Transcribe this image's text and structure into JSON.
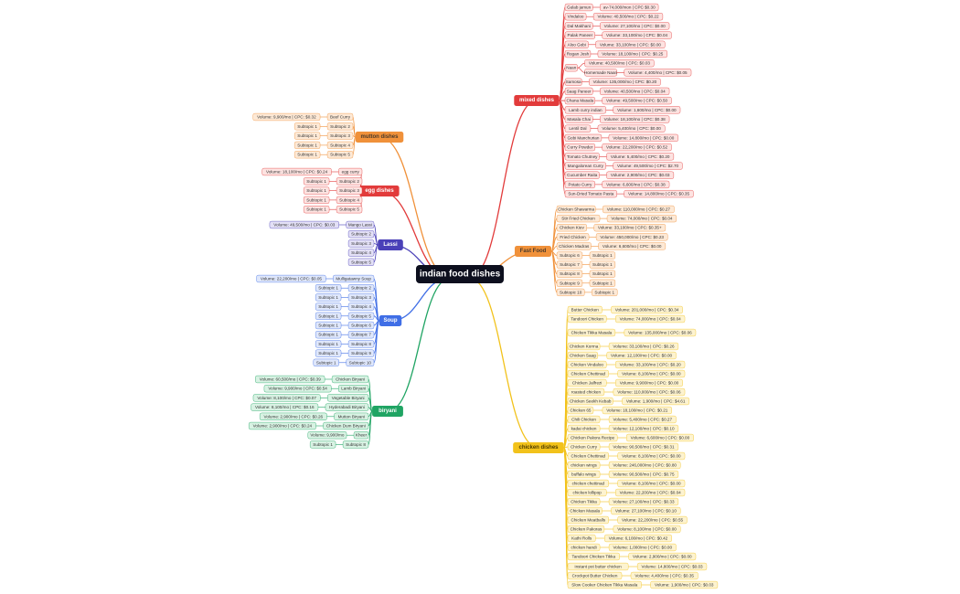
{
  "root": {
    "label": "indian food dishes"
  },
  "branches": [
    {
      "id": "mixed",
      "label": "mixed dishes",
      "side": "right",
      "color": "#e23b3b",
      "fill": "#fde3e1",
      "text": "#ffffff",
      "items": [
        {
          "name": "Gulab jamun",
          "sub": "av-74,000/mon | CPC $0.30"
        },
        {
          "name": "Vindaloo",
          "sub": "Volume: 40,500/mo | CPC: $0.22"
        },
        {
          "name": "Dal Makhani",
          "sub": "Volume: 27,100/mo | CPC: $0.00"
        },
        {
          "name": "Palak Paneer",
          "sub": "Volume: 33,100/mo | CPC: $0.04"
        },
        {
          "name": "Aloo Gobi",
          "sub": "Volume: 33,100/mo | CPC: $0.00"
        },
        {
          "name": "Rogan Josh",
          "sub": "Volume: 18,100/mo | CPC: $0.25"
        },
        {
          "name": "Naan",
          "children": [
            {
              "name": "Volume: 40,500/mo | CPC: $0.03"
            },
            {
              "name": "Homemade Naan",
              "sub": "Volume: 4,400/mo | CPC: $0.05"
            }
          ]
        },
        {
          "name": "Samosa",
          "sub": "Volume: 135,000/mo | CPC: $0.20"
        },
        {
          "name": "Saag Paneer",
          "sub": "Volume: 40,500/mo | CPC: $0.04"
        },
        {
          "name": "Chana Masala",
          "sub": "Volume: 49,500/mo | CPC: $0.50"
        },
        {
          "name": "Lamb curry indian",
          "sub": "Volume: 1,600/mo | CPC: $0.00"
        },
        {
          "name": "Masala Chai",
          "sub": "Volume: 18,100/mo | CPC: $0.38"
        },
        {
          "name": "Lentil Dal",
          "sub": "Volume: 5,400/mo | CPC: $0.00"
        },
        {
          "name": "Gobi Manchurian",
          "sub": "Volume: 14,800/mo | CPC: $0.00"
        },
        {
          "name": "Curry Powder",
          "sub": "Volume: 22,200/mo | CPC: $0.52"
        },
        {
          "name": "Tomato Chutney",
          "sub": "Volume: 5,400/mo | CPC: $0.20"
        },
        {
          "name": "Mangalorean Curry",
          "sub": "Volume: 49,500/mo | CPC: $2.70"
        },
        {
          "name": "Cucumber Raita",
          "sub": "Volume: 2,900/mo | CPC: $0.03"
        },
        {
          "name": "Potato Curry",
          "sub": "Volume: 6,600/mo | CPC: $0.38"
        },
        {
          "name": "Sun-Dried Tomato Pasta",
          "sub": "Volume: 14,800/mo | CPC: $0.35"
        }
      ]
    },
    {
      "id": "fastfood",
      "label": "Fast Food",
      "side": "right",
      "color": "#f0913a",
      "fill": "#fde9d6",
      "text": "#4a3a2a",
      "items": [
        {
          "name": "Chicken Shawarma",
          "sub": "Volume: 110,000/mo | CPC: $0.27"
        },
        {
          "name": "Stir Fried Chicken",
          "sub": "Volume: 74,000/mo | CPC: $0.04"
        },
        {
          "name": "Chicken Kiev",
          "sub": "Volume: 33,100/mo | CPC: $0.35+"
        },
        {
          "name": "Fried Chicken",
          "sub": "Volume: 450,000/mo | CPC: $0.23"
        },
        {
          "name": "Chicken Madras",
          "sub": "Volume: 6,600/mo | CPC: $0.00"
        },
        {
          "name": "Subtopic 6",
          "sub": "Subtopic 1"
        },
        {
          "name": "Subtopic 7",
          "sub": "Subtopic 1"
        },
        {
          "name": "Subtopic 8",
          "sub": "Subtopic 1"
        },
        {
          "name": "Subtopic 9",
          "sub": "Subtopic 1"
        },
        {
          "name": "Subtopic 10",
          "sub": "Subtopic 1"
        }
      ]
    },
    {
      "id": "chicken",
      "label": "chicken dishes",
      "side": "right",
      "color": "#f2c21b",
      "fill": "#fdf3d0",
      "text": "#4a3a00",
      "items": [
        {
          "name": "Butter Chicken",
          "sub": "Volume: 201,000/mo | CPC: $0.34"
        },
        {
          "name": "Tandoori Chicken",
          "sub": "Volume: 74,000/mo | CPC: $0.04"
        },
        {
          "name": "Chicken Tikka Masala",
          "sub": "Volume: 135,000/mo | CPC: $0.06"
        },
        {
          "name": "Chicken Korma",
          "sub": "Volume: 33,100/mo | CPC: $0.26"
        },
        {
          "name": "Chicken Saag",
          "sub": "Volume: 12,100/mo | CPC: $0.00"
        },
        {
          "name": "Chicken Vindaloo",
          "sub": "Volume: 33,100/mo | CPC: $0.20"
        },
        {
          "name": "Chicken Chettinad",
          "sub": "Volume: 8,100/mo | CPC: $0.00"
        },
        {
          "name": "Chicken Jalfrezi",
          "sub": "Volume: 9,900/mo | CPC: $0.00"
        },
        {
          "name": "roasted chicken",
          "sub": "Volume: 110,000/mo | CPC: $0.06"
        },
        {
          "name": "Chicken Seekh Kebab",
          "sub": "Volume: 1,900/mo | CPC: $4.61"
        },
        {
          "name": "Chicken 65",
          "sub": "Volume: 18,100/mo | CPC: $0.21"
        },
        {
          "name": "Chili Chicken",
          "sub": "Volume: 5,400/mo | CPC: $0.27"
        },
        {
          "name": "kadai chicken",
          "sub": "Volume: 12,100/mo | CPC: $0.10"
        },
        {
          "name": "Chicken Pakora Recipe",
          "sub": "Volume: 6,600/mo | CPC: $0.00"
        },
        {
          "name": "Chicken Curry",
          "sub": "Volume: 90,500/mo | CPC: $0.31"
        },
        {
          "name": "Chicken Chettinad",
          "sub": "Volume: 8,100/mo | CPC: $0.00"
        },
        {
          "name": "chicken wings",
          "sub": "Volume: 246,000/mo | CPC: $0.80"
        },
        {
          "name": "buffalo wings",
          "sub": "Volume: 90,500/mo | CPC: $0.75"
        },
        {
          "name": "chicken chettinad",
          "sub": "Volume: 8,100/mo | CPC: $0.00"
        },
        {
          "name": "chicken lollipop",
          "sub": "Volume: 22,200/mo | CPC: $0.04"
        },
        {
          "name": "Chicken Tikka",
          "sub": "Volume: 27,100/mo | CPC: $0.33"
        },
        {
          "name": "Chicken Masala",
          "sub": "Volume: 27,100/mo | CPC: $0.10"
        },
        {
          "name": "Chicken Meatballs",
          "sub": "Volume: 22,200/mo | CPC: $0.55"
        },
        {
          "name": "Chicken Pakoras",
          "sub": "Volume: 8,100/mo | CPC: $0.00"
        },
        {
          "name": "Kathi Rolls",
          "sub": "Volume: 6,100/mo | CPC: $0.42"
        },
        {
          "name": "chicken handi",
          "sub": "Volume: 1,000/mo | CPC: $0.00"
        },
        {
          "name": "Tandoori Chicken Tikka",
          "sub": "Volume: 2,900/mo | CPC: $0.00"
        },
        {
          "name": "instant pot butter chicken",
          "sub": "Volume: 14,800/mo | CPC: $0.03"
        },
        {
          "name": "Crockpot Butter Chicken",
          "sub": "Volume: 4,400/mo | CPC: $0.35"
        },
        {
          "name": "Slow Cooker Chicken Tikka Masala",
          "sub": "Volume: 1,900/mo | CPC: $0.03"
        }
      ]
    },
    {
      "id": "mutton",
      "label": "mutton dishes",
      "side": "left",
      "color": "#f0913a",
      "fill": "#fde9d6",
      "text": "#4a3a2a",
      "items": [
        {
          "name": "Beef Curry",
          "sub": "Volume: 9,900/mo | CPC: $0.32"
        },
        {
          "name": "Subtopic 2",
          "sub": "Subtopic 1"
        },
        {
          "name": "Subtopic 3",
          "sub": "Subtopic 1"
        },
        {
          "name": "Subtopic 4",
          "sub": "Subtopic 1"
        },
        {
          "name": "Subtopic 5",
          "sub": "Subtopic 1"
        }
      ]
    },
    {
      "id": "egg",
      "label": "egg dishes",
      "side": "left",
      "color": "#e23b3b",
      "fill": "#fde3e1",
      "text": "#ffffff",
      "items": [
        {
          "name": "egg curry",
          "sub": "Volume: 18,100/mo | CPC: $0.24"
        },
        {
          "name": "Subtopic 2",
          "sub": "Subtopic 1"
        },
        {
          "name": "Subtopic 3",
          "sub": "Subtopic 1"
        },
        {
          "name": "Subtopic 4",
          "sub": "Subtopic 1"
        },
        {
          "name": "Subtopic 5",
          "sub": "Subtopic 1"
        }
      ]
    },
    {
      "id": "lassi",
      "label": "Lassi",
      "side": "left",
      "color": "#4a40b8",
      "fill": "#e3e0f6",
      "text": "#ffffff",
      "items": [
        {
          "name": "Mango Lassi",
          "sub": "Volume: 49,500/mo | CPC: $0.03"
        },
        {
          "name": "Subtopic 2"
        },
        {
          "name": "Subtopic 3"
        },
        {
          "name": "Subtopic 4"
        },
        {
          "name": "Subtopic 5"
        }
      ]
    },
    {
      "id": "soup",
      "label": "Soup",
      "side": "left",
      "color": "#3f6ee6",
      "fill": "#dfe7fb",
      "text": "#ffffff",
      "items": [
        {
          "name": "Mulligatawny Soup",
          "sub": "Volume: 22,200/mo | CPC: $0.05"
        },
        {
          "name": "Subtopic 2",
          "sub": "Subtopic 1"
        },
        {
          "name": "Subtopic 3",
          "sub": "Subtopic 1"
        },
        {
          "name": "Subtopic 4",
          "sub": "Subtopic 1"
        },
        {
          "name": "Subtopic 5",
          "sub": "Subtopic 1"
        },
        {
          "name": "Subtopic 6",
          "sub": "Subtopic 1"
        },
        {
          "name": "Subtopic 7",
          "sub": "Subtopic 1"
        },
        {
          "name": "Subtopic 8",
          "sub": "Subtopic 1"
        },
        {
          "name": "Subtopic 9",
          "sub": "Subtopic 1"
        },
        {
          "name": "Subtopic 10",
          "sub": "Subtopic 1"
        }
      ]
    },
    {
      "id": "biryani",
      "label": "biryani",
      "side": "left",
      "color": "#1fa463",
      "fill": "#d8f2e3",
      "text": "#ffffff",
      "items": [
        {
          "name": "Chicken Biryani",
          "sub": "Volume: 60,500/mo | CPC: $0.39"
        },
        {
          "name": "Lamb Biryani",
          "sub": "Volume: 9,900/mo | CPC: $0.54"
        },
        {
          "name": "Vegetable Biryani",
          "sub": "Volume: 8,100/mo | CPC: $0.07"
        },
        {
          "name": "Hyderabadi Biryani",
          "sub": "Volume: 8,100/mo | CPC: $0.16"
        },
        {
          "name": "Mutton Biryani",
          "sub": "Volume: 2,900/mo | CPC: $0.26"
        },
        {
          "name": "Chicken Dum Biryani",
          "sub": "Volume: 2,900/mo | CPC: $0.24"
        },
        {
          "name": "Kheer",
          "sub": "Volume: 9,900/mo"
        },
        {
          "name": "Subtopic 8",
          "sub": "Subtopic 1"
        }
      ]
    }
  ]
}
